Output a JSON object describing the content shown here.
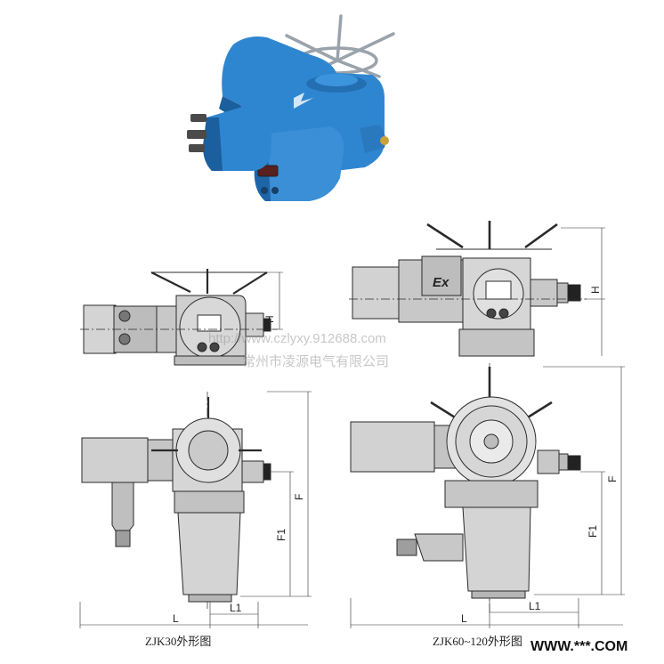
{
  "product": {
    "body_color": "#2f86d0",
    "shadow_color": "#1b5f9f",
    "highlight_color": "#6fb3ea"
  },
  "drawings": {
    "left_caption": "ZJK30外形图",
    "right_caption": "ZJK60~120外形图",
    "dim_H": "H",
    "dim_F": "F",
    "dim_F1": "F1",
    "dim_L": "L",
    "dim_L1": "L1",
    "ex_mark": "Ex"
  },
  "watermark": {
    "url": "http://www.czlyxy.912688.com",
    "company": "常州市凌源电气有限公司"
  },
  "footer": {
    "site": "WWW.***.COM"
  }
}
